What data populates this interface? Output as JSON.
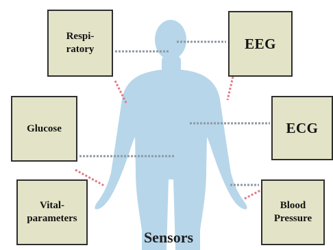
{
  "colors": {
    "body_fill": "#b7d6ea",
    "box_fill": "#e3e4c7",
    "box_border": "#2e2e2e",
    "connector_gray": "#8e98a3",
    "connector_red": "#e07a86"
  },
  "sensors": {
    "respiratory": "Respi-\nratory",
    "eeg": "EEG",
    "glucose": "Glucose",
    "ecg": "ECG",
    "vital_parameters": "Vital-\nparameters",
    "blood_pressure": "Blood\nPressure"
  },
  "caption": "Sensors"
}
